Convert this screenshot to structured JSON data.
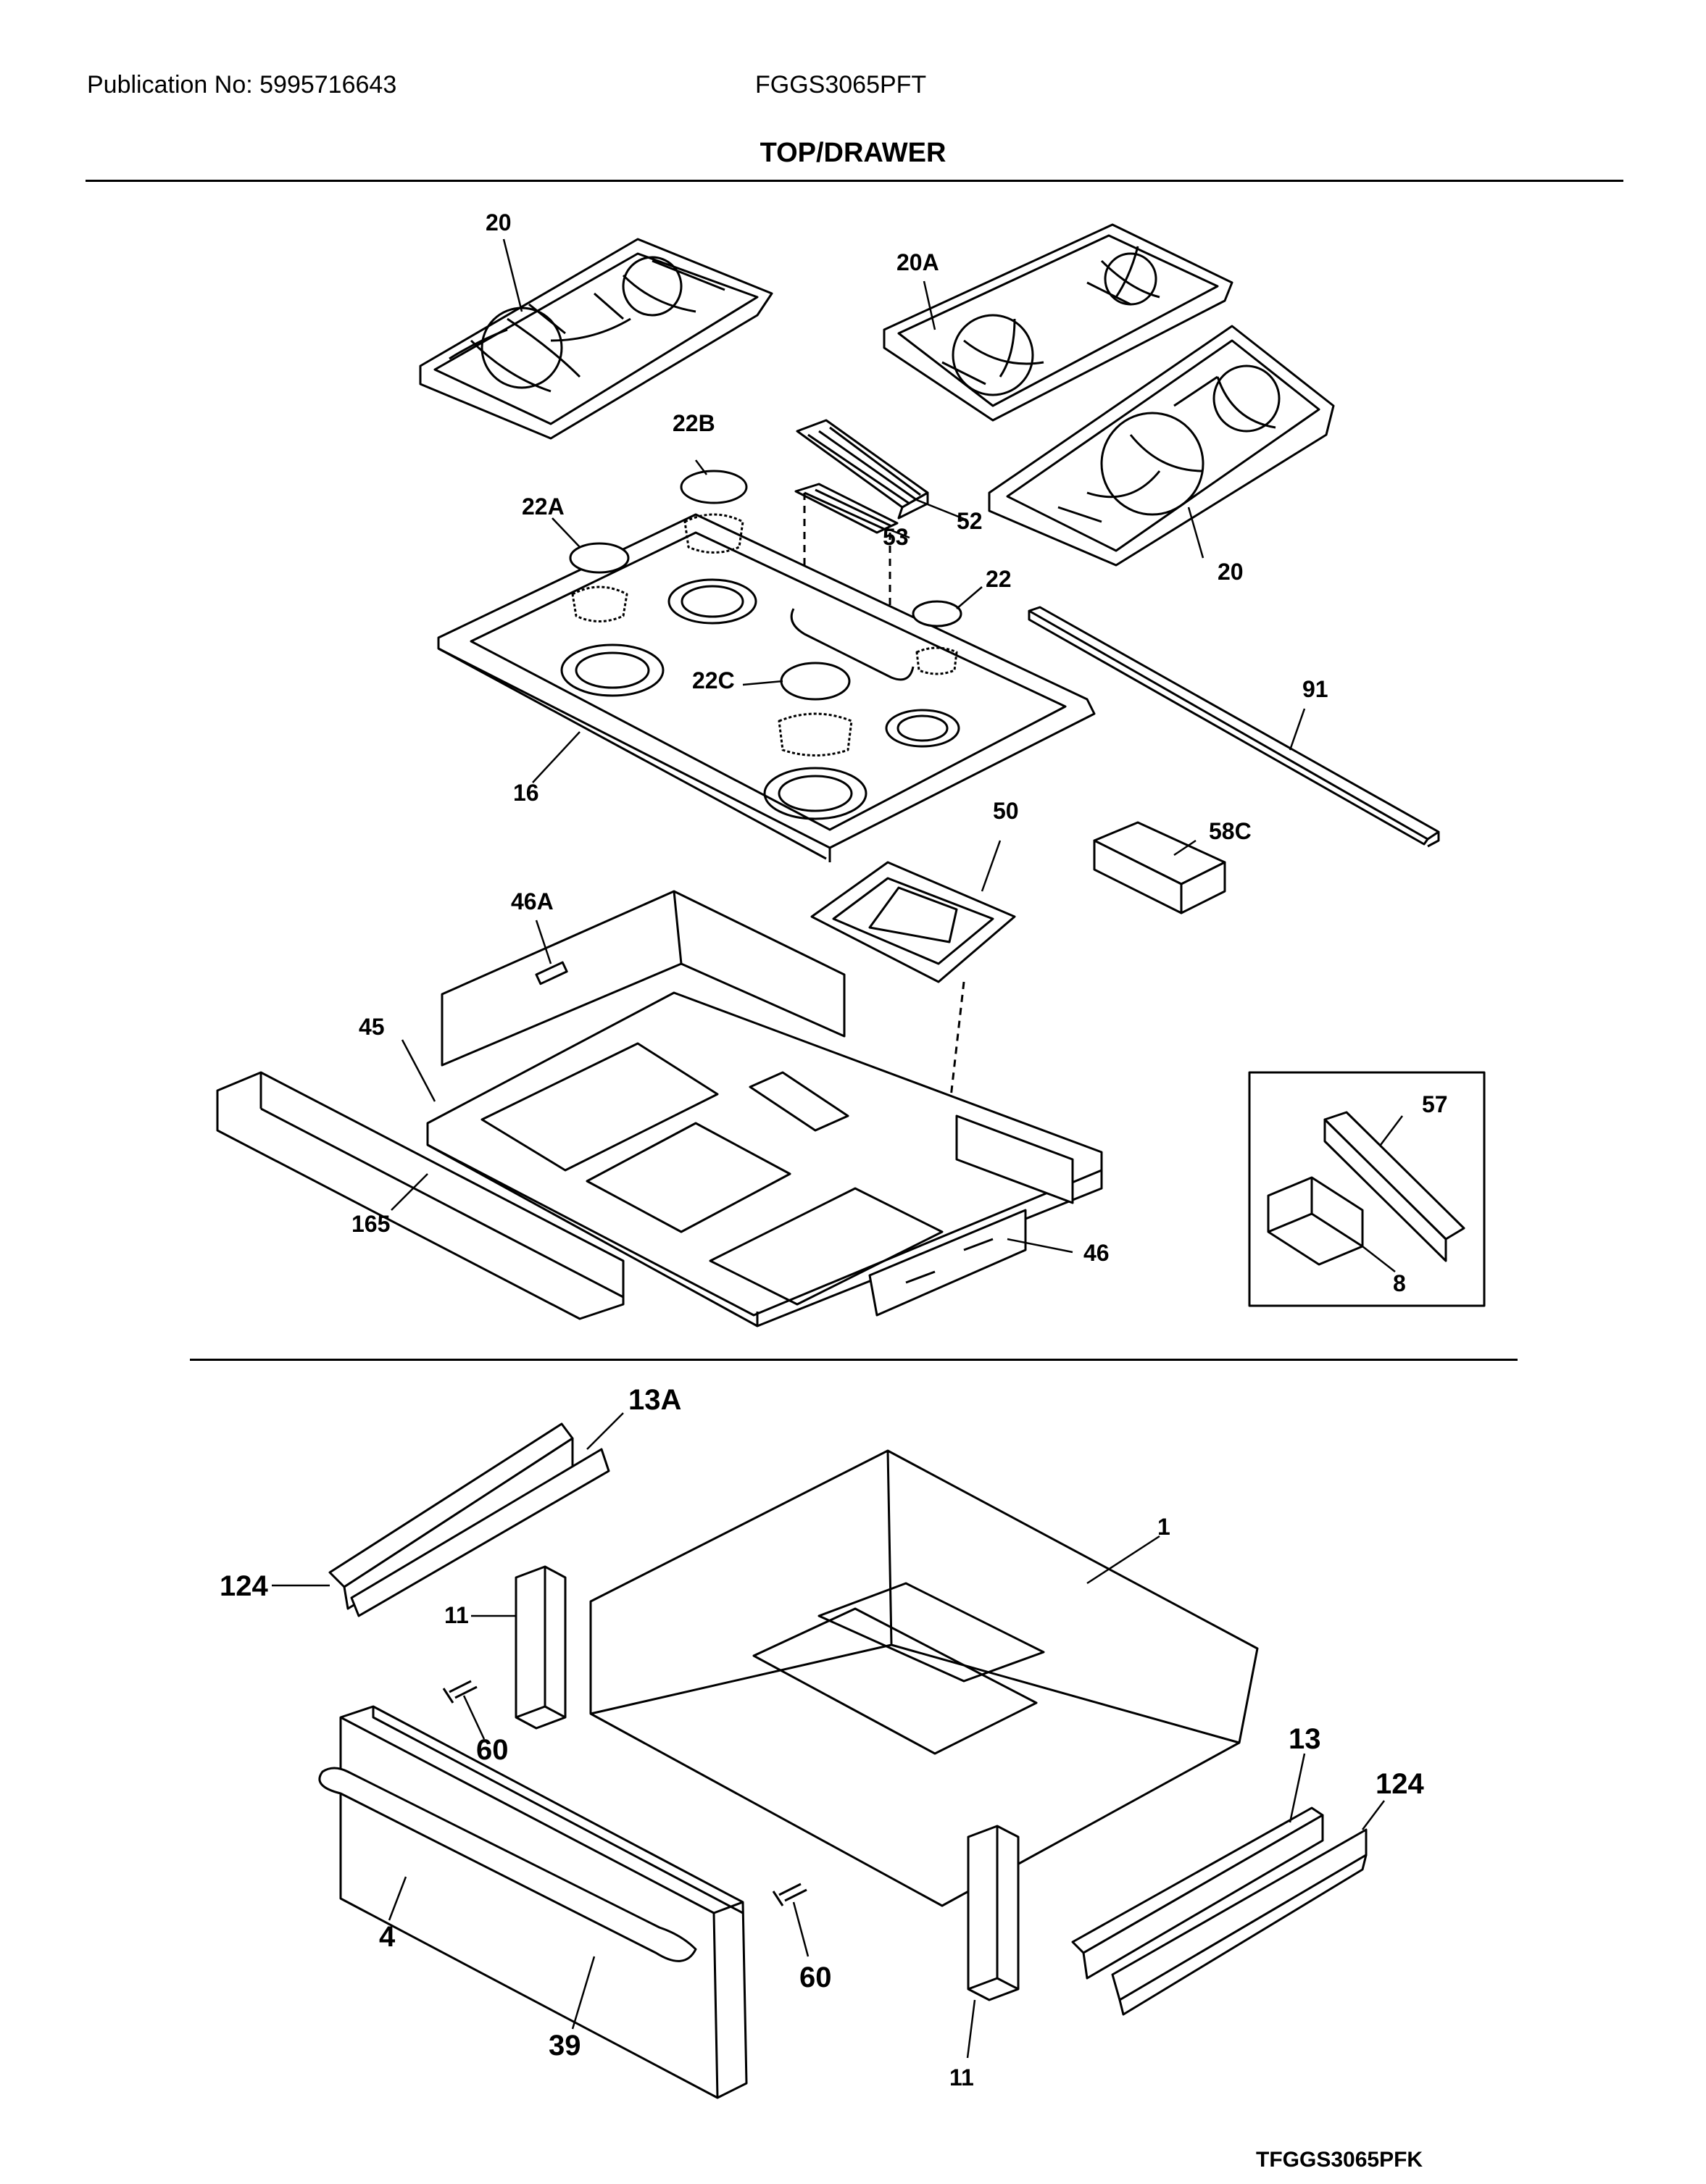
{
  "header": {
    "publication": "Publication No: 5995716643",
    "model": "FGGS3065PFT",
    "section_title": "TOP/DRAWER"
  },
  "labels": {
    "grate_left": "20",
    "grate_right_top": "20A",
    "grate_right_bottom": "20",
    "cap_22b": "22B",
    "cap_22a": "22A",
    "cap_22": "22",
    "cap_22c": "22C",
    "vent_52": "52",
    "vent_53": "53",
    "cooktop_16": "16",
    "trim_91": "91",
    "part_50": "50",
    "part_58c": "58C",
    "bracket_46a": "46A",
    "pan_45": "45",
    "bracket_165": "165",
    "bracket_46": "46",
    "inset_57": "57",
    "inset_8": "8",
    "slide_13a": "13A",
    "part_124_left": "124",
    "drawer_1": "1",
    "bracket_11_top": "11",
    "screw_60_left": "60",
    "part_13": "13",
    "part_124_right": "124",
    "panel_4": "4",
    "screw_60_right": "60",
    "handle_39": "39",
    "bracket_11_bottom": "11"
  },
  "footer_code": "TFGGS3065PFK"
}
